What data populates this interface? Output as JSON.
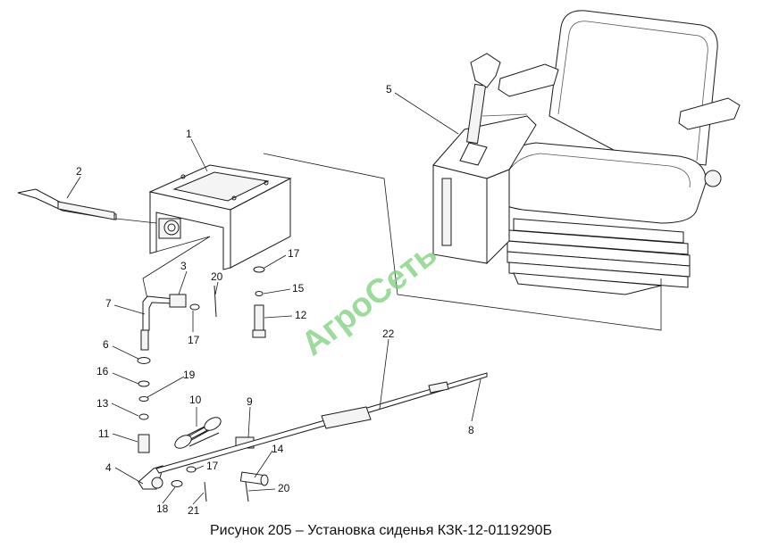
{
  "caption": "Рисунок 205 – Установка сиденья КЗК-12-0119290Б",
  "watermark": "АгроСеть",
  "callouts": {
    "c1": "1",
    "c2": "2",
    "c3": "3",
    "c4": "4",
    "c5": "5",
    "c6": "6",
    "c7": "7",
    "c8": "8",
    "c9": "9",
    "c10": "10",
    "c11": "11",
    "c12": "12",
    "c13": "13",
    "c14": "14",
    "c15": "15",
    "c16": "16",
    "c17a": "17",
    "c17b": "17",
    "c17c": "17",
    "c18": "18",
    "c19": "19",
    "c20a": "20",
    "c20b": "20",
    "c21": "21",
    "c22": "22"
  },
  "colors": {
    "line": "#1a1a1a",
    "watermark": "#7ccf7c",
    "background": "#ffffff"
  }
}
